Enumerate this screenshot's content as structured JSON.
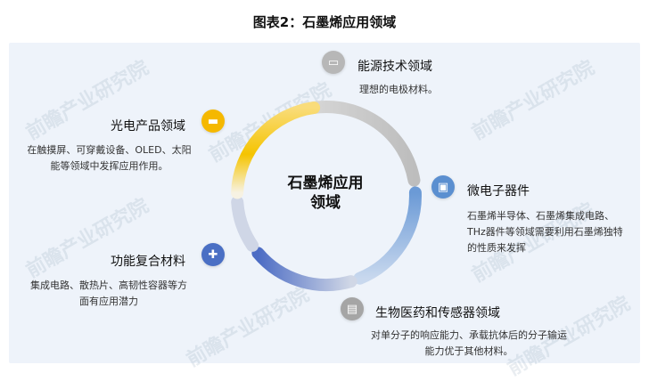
{
  "figure_title": "图表2：石墨烯应用领域",
  "center": {
    "line1": "石墨烯应用",
    "line2": "领域"
  },
  "watermark": "前瞻产业研究院",
  "segments": [
    {
      "title": "能源技术领域",
      "desc": [
        "理想的电极材料。"
      ],
      "color": "#b7b7b7",
      "icon": "battery-icon"
    },
    {
      "title": "微电子器件",
      "desc": [
        "石墨烯半导体、石墨烯集成电路、",
        "THz器件等领域需要利用石墨烯独特",
        "的性质来发挥"
      ],
      "color": "#5b8fd0",
      "icon": "chip-icon"
    },
    {
      "title": "生物医药和传感器领域",
      "desc": [
        "对单分子的响应能力、承载抗体后的分子输运",
        "能力优于其他材料。"
      ],
      "color": "#a5a5a5",
      "icon": "sensor-icon"
    },
    {
      "title": "功能复合材料",
      "desc": [
        "集成电路、散热片、高韧性容器等方",
        "面有应用潜力"
      ],
      "color": "#4a6fc4",
      "icon": "composite-icon"
    },
    {
      "title": "光电产品领域",
      "desc": [
        "在触摸屏、可穿戴设备、OLED、太阳",
        "能等领域中发挥应用作用。"
      ],
      "color": "#f5b800",
      "icon": "screen-icon"
    }
  ]
}
